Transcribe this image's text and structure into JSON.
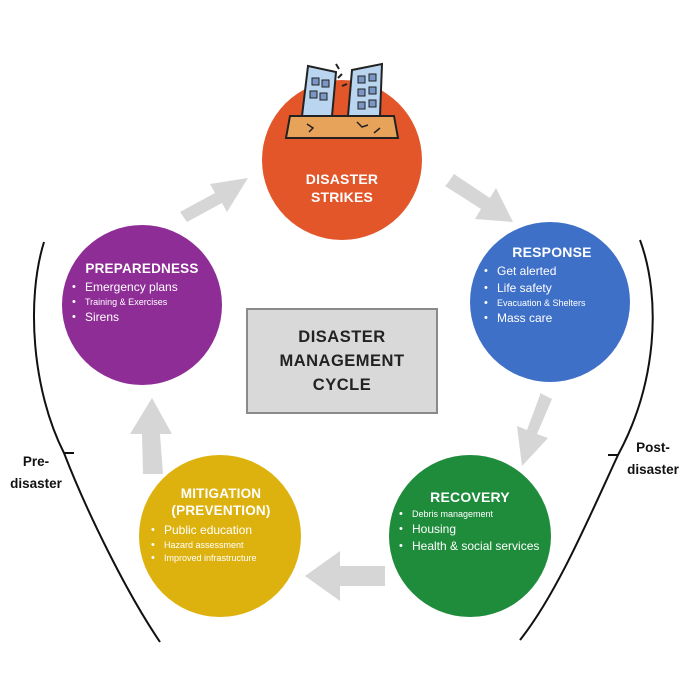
{
  "center_title": [
    "DISASTER",
    "MANAGEMENT",
    "CYCLE"
  ],
  "stages": {
    "strikes": {
      "title_lines": [
        "DISASTER",
        "STRIKES"
      ],
      "color": "#e2562a"
    },
    "response": {
      "title": "RESPONSE",
      "color": "#3f70c8",
      "items": [
        "Get alerted",
        "Life safety",
        "Evacuation & Shelters",
        "Mass care"
      ]
    },
    "recovery": {
      "title": "RECOVERY",
      "color": "#1f8c3c",
      "items": [
        "Debris management",
        "Housing",
        "Health & social services"
      ]
    },
    "mitigation": {
      "title_lines": [
        "MITIGATION",
        "(PREVENTION)"
      ],
      "color": "#ddb20f",
      "items": [
        "Public education",
        "Hazard assessment",
        "Improved infrastructure"
      ]
    },
    "preparedness": {
      "title": "PREPAREDNESS",
      "color": "#8e2d96",
      "items": [
        "Emergency plans",
        "Training & Exercises",
        "Sirens"
      ]
    }
  },
  "phases": {
    "pre": [
      "Pre-",
      "disaster"
    ],
    "post": [
      "Post-",
      "disaster"
    ]
  },
  "icons": {
    "disaster_illustration": "collapsing-buildings-icon",
    "arrows": "cycle-arrow-icon"
  },
  "arrow_color": "#d6d6d6"
}
